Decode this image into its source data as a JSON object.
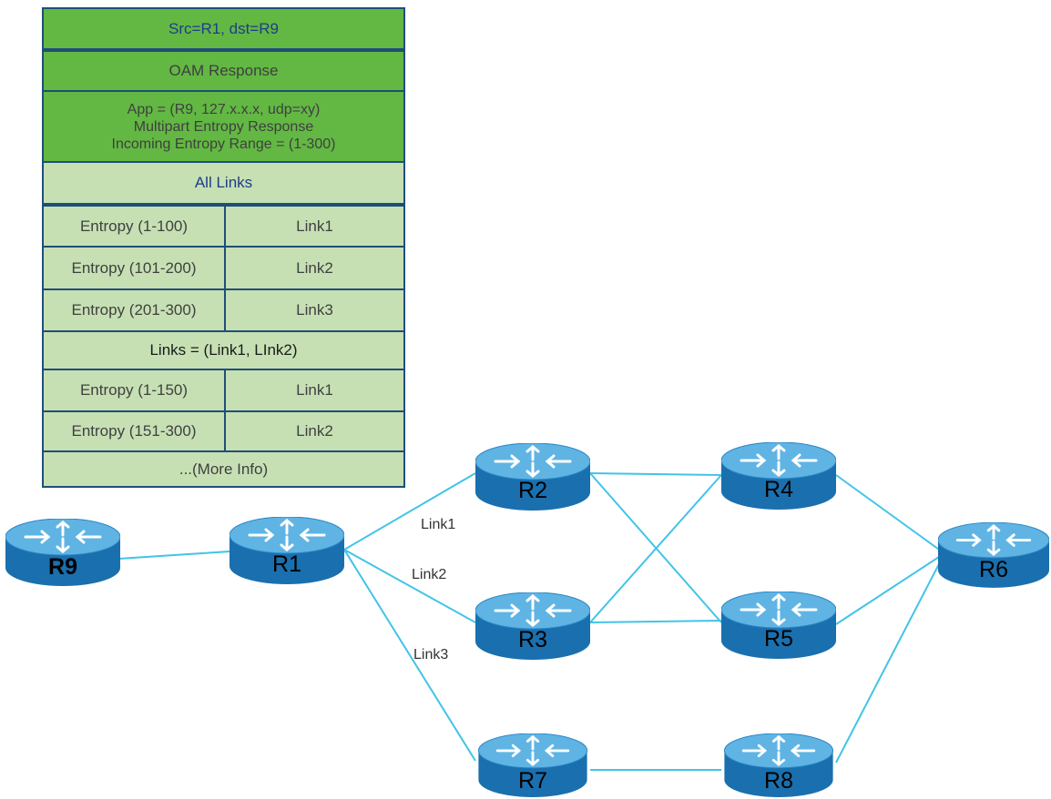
{
  "table": {
    "header": "Src=R1, dst=R9",
    "response": "OAM Response",
    "app_lines": [
      "App = (R9, 127.x.x.x, udp=xy)",
      "Multipart Entropy Response",
      "Incoming Entropy Range = (1-300)"
    ],
    "all_links_title": "All Links",
    "all_links_rows": [
      {
        "entropy": "Entropy (1-100)",
        "link": "Link1"
      },
      {
        "entropy": "Entropy (101-200)",
        "link": "Link2"
      },
      {
        "entropy": "Entropy (201-300)",
        "link": "Link3"
      }
    ],
    "links_subset_title": "Links = (Link1, LInk2)",
    "links_subset_rows": [
      {
        "entropy": "Entropy (1-150)",
        "link": "Link1"
      },
      {
        "entropy": "Entropy (151-300)",
        "link": "Link2"
      }
    ],
    "more": "...(More Info)"
  },
  "routers": [
    "R9",
    "R1",
    "R2",
    "R3",
    "R7",
    "R4",
    "R5",
    "R8",
    "R6"
  ],
  "link_labels": [
    "Link1",
    "Link2",
    "Link3"
  ],
  "colors": {
    "table_dark_green": "#62b843",
    "table_light_green": "#c6e0b4",
    "table_border": "#1f4e79",
    "router_body": "#1a6fae",
    "router_top": "#5fb4e4",
    "link_line": "#41c4e8"
  }
}
